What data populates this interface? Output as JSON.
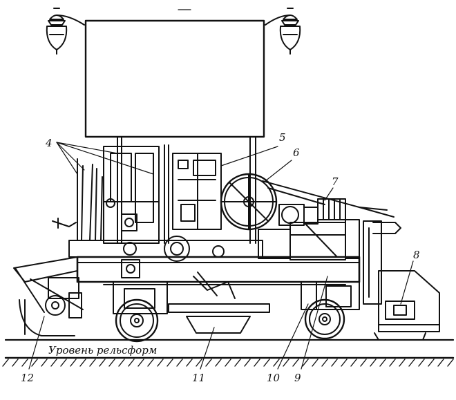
{
  "figure": {
    "ink_color": "#111111",
    "background": "#ffffff",
    "ground_caption": "Уровень рельсформ",
    "callouts": [
      {
        "id": "4",
        "text": "4"
      },
      {
        "id": "5",
        "text": "5"
      },
      {
        "id": "6",
        "text": "6"
      },
      {
        "id": "7",
        "text": "7"
      },
      {
        "id": "8",
        "text": "8"
      },
      {
        "id": "9",
        "text": "9"
      },
      {
        "id": "10",
        "text": "10"
      },
      {
        "id": "11",
        "text": "11"
      },
      {
        "id": "12",
        "text": "12"
      }
    ]
  }
}
